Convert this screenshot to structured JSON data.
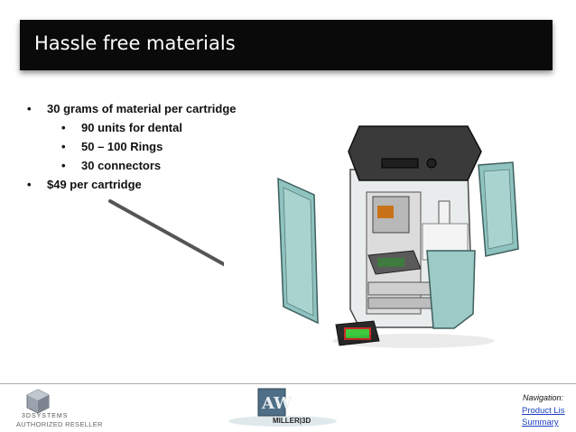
{
  "slide": {
    "title": "Hassle free materials",
    "bullets": [
      {
        "text": "30 grams of material per cartridge",
        "marker": "•"
      },
      {
        "text": "90 units for dental",
        "marker": "•"
      },
      {
        "text": "50 – 100 Rings",
        "marker": "•"
      },
      {
        "text": "30 connectors",
        "marker": "•"
      },
      {
        "text": "$49 per cartridge",
        "marker": "•"
      }
    ]
  },
  "footer": {
    "brand_3d": "3DSYSTEMS",
    "reseller": "AUTHORIZED RESELLER",
    "aw_brand": "MILLER|3D",
    "navigation_label": "Navigation:",
    "links": [
      "Product Lis",
      "Summary"
    ]
  },
  "colors": {
    "title_bg": "#0a0a0a",
    "link": "#1a3fbf",
    "printer_teal": "#7fb8b5"
  }
}
